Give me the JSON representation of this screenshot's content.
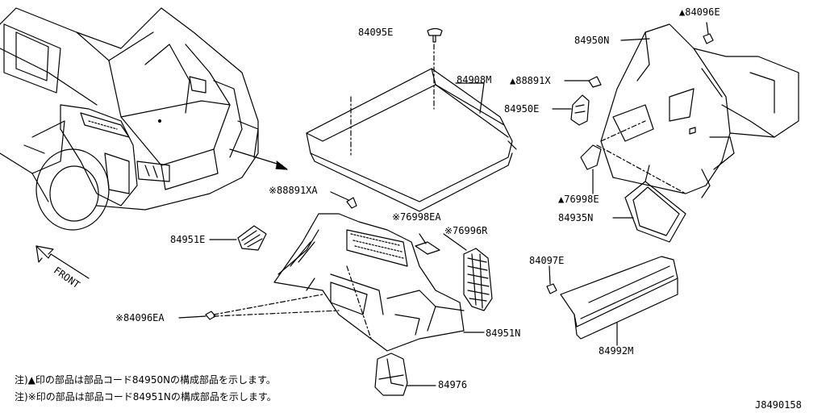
{
  "diagram": {
    "drawing_number": "J8490158",
    "front_label": "FRONT",
    "parts": {
      "p84095E": "84095E",
      "p84908M": "84908M",
      "p88891X": "▲88891X",
      "p84950N": "84950N",
      "p84096E": "▲84096E",
      "p84950E": "84950E",
      "p76998E": "▲76998E",
      "p84935N": "84935N",
      "p88891XA": "※88891XA",
      "p76998EA": "※76998EA",
      "p76996R": "※76996R",
      "p84951E": "84951E",
      "p84096EA": "※84096EA",
      "p84951N": "84951N",
      "p84976": "84976",
      "p84097E": "84097E",
      "p84992M": "84992M"
    },
    "notes": [
      "注)▲印の部品は部品コード84950Nの構成部品を示します。",
      "注)※印の部品は部品コード84951Nの構成部品を示します。"
    ]
  }
}
